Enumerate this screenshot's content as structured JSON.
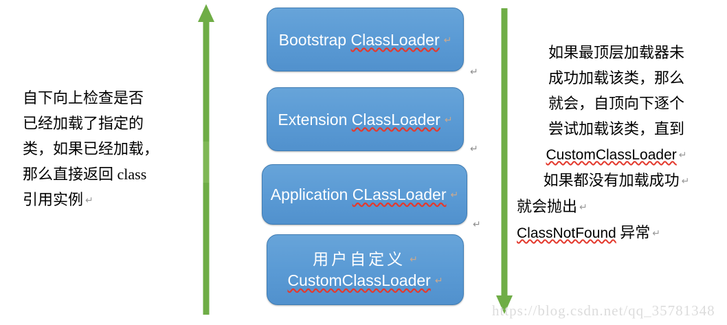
{
  "diagram": {
    "title": "JVM ClassLoader Parent Delegation Model",
    "colors": {
      "box_fill": "#5B9BD5",
      "box_border": "#3F7CB3",
      "box_text": "#FFFFFF",
      "arrow": "#6FAD46",
      "body_text": "#000000",
      "spellcheck_underline": "#E33A2E",
      "watermark": "#DCDCDC"
    },
    "left_note": {
      "lines": [
        "自下向上检查是否",
        "已经加载了指定的",
        "类，如果已经加载，",
        "那么直接返回 class",
        "引用实例"
      ],
      "paragraph_mark": "↵"
    },
    "right_note": {
      "lines": [
        "如果最顶层加载器未",
        "成功加载该类，那么",
        "就会，自顶向下逐个",
        "尝试加载该类，直到",
        "CustomClassLoader",
        "如果都没有加载成功",
        "就会抛出",
        "ClassNotFound 异常"
      ],
      "paragraph_mark": "↵"
    },
    "left_arrow": {
      "label": "upward-arrow",
      "direction": "up",
      "color": "#6FAD46"
    },
    "right_arrow": {
      "label": "downward-arrow",
      "direction": "down",
      "color": "#6FAD46"
    },
    "boxes": [
      {
        "name": "bootstrap-classloader",
        "line1_plain": "Bootstrap ",
        "line1_flagged": "ClassLoader",
        "line2_cn": "",
        "line2_en": "",
        "trailing_mark": "↵"
      },
      {
        "name": "extension-classloader",
        "line1_plain": "Extension ",
        "line1_flagged": "ClassLoader",
        "line2_cn": "",
        "line2_en": "",
        "trailing_mark": "↵"
      },
      {
        "name": "application-classloader",
        "line1_plain": "Application ",
        "line1_flagged": "CLassLoader",
        "line2_cn": "",
        "line2_en": "",
        "trailing_mark": "↵"
      },
      {
        "name": "custom-classloader",
        "line1_plain": "",
        "line1_flagged": "",
        "line2_cn": "用户自定义",
        "line2_en": "CustomClassLoader",
        "trailing_mark": "↵"
      }
    ],
    "watermark": "https://blog.csdn.net/qq_35781348"
  }
}
